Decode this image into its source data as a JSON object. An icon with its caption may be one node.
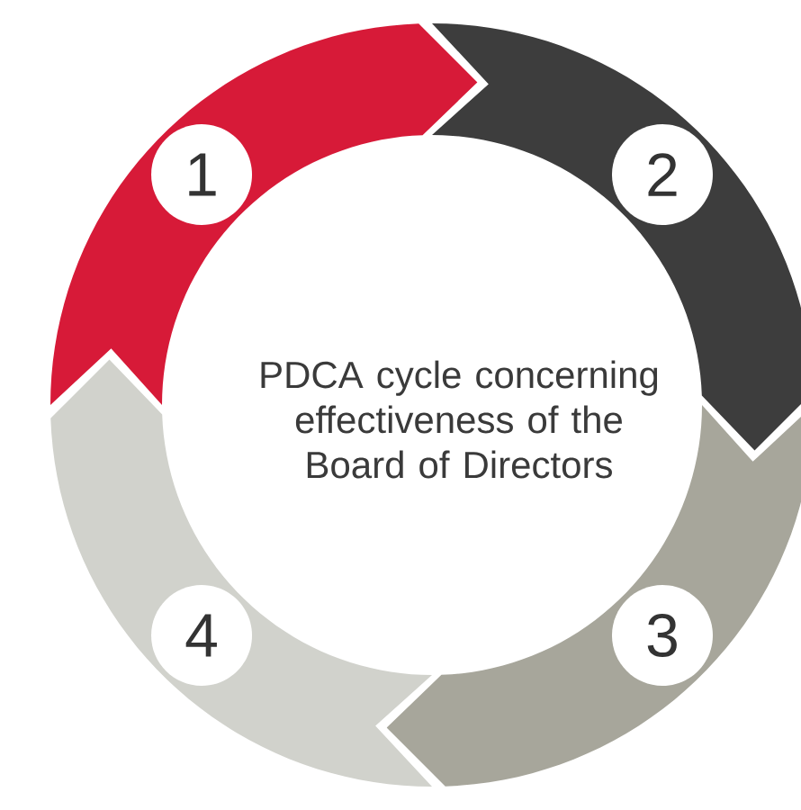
{
  "diagram": {
    "nodes": [
      {
        "text": [
          "PDCA cycle concerning effectiveness of the Board of Directors"
        ]
      },
      {
        "text": [
          "1"
        ]
      },
      {
        "text": [
          "2"
        ]
      },
      {
        "text": [
          "3"
        ]
      },
      {
        "text": [
          "4"
        ]
      }
    ],
    "edges": [
      {
        "from": 1,
        "to": 2,
        "arrow": "to",
        "color": "#d71a38"
      },
      {
        "from": 2,
        "to": 3,
        "arrow": "to",
        "color": "#3d3d3d"
      },
      {
        "from": 3,
        "to": 4,
        "arrow": "to",
        "color": "#a7a69b"
      },
      {
        "from": 4,
        "to": 1,
        "arrow": "to",
        "color": "#d1d2cc"
      }
    ]
  }
}
